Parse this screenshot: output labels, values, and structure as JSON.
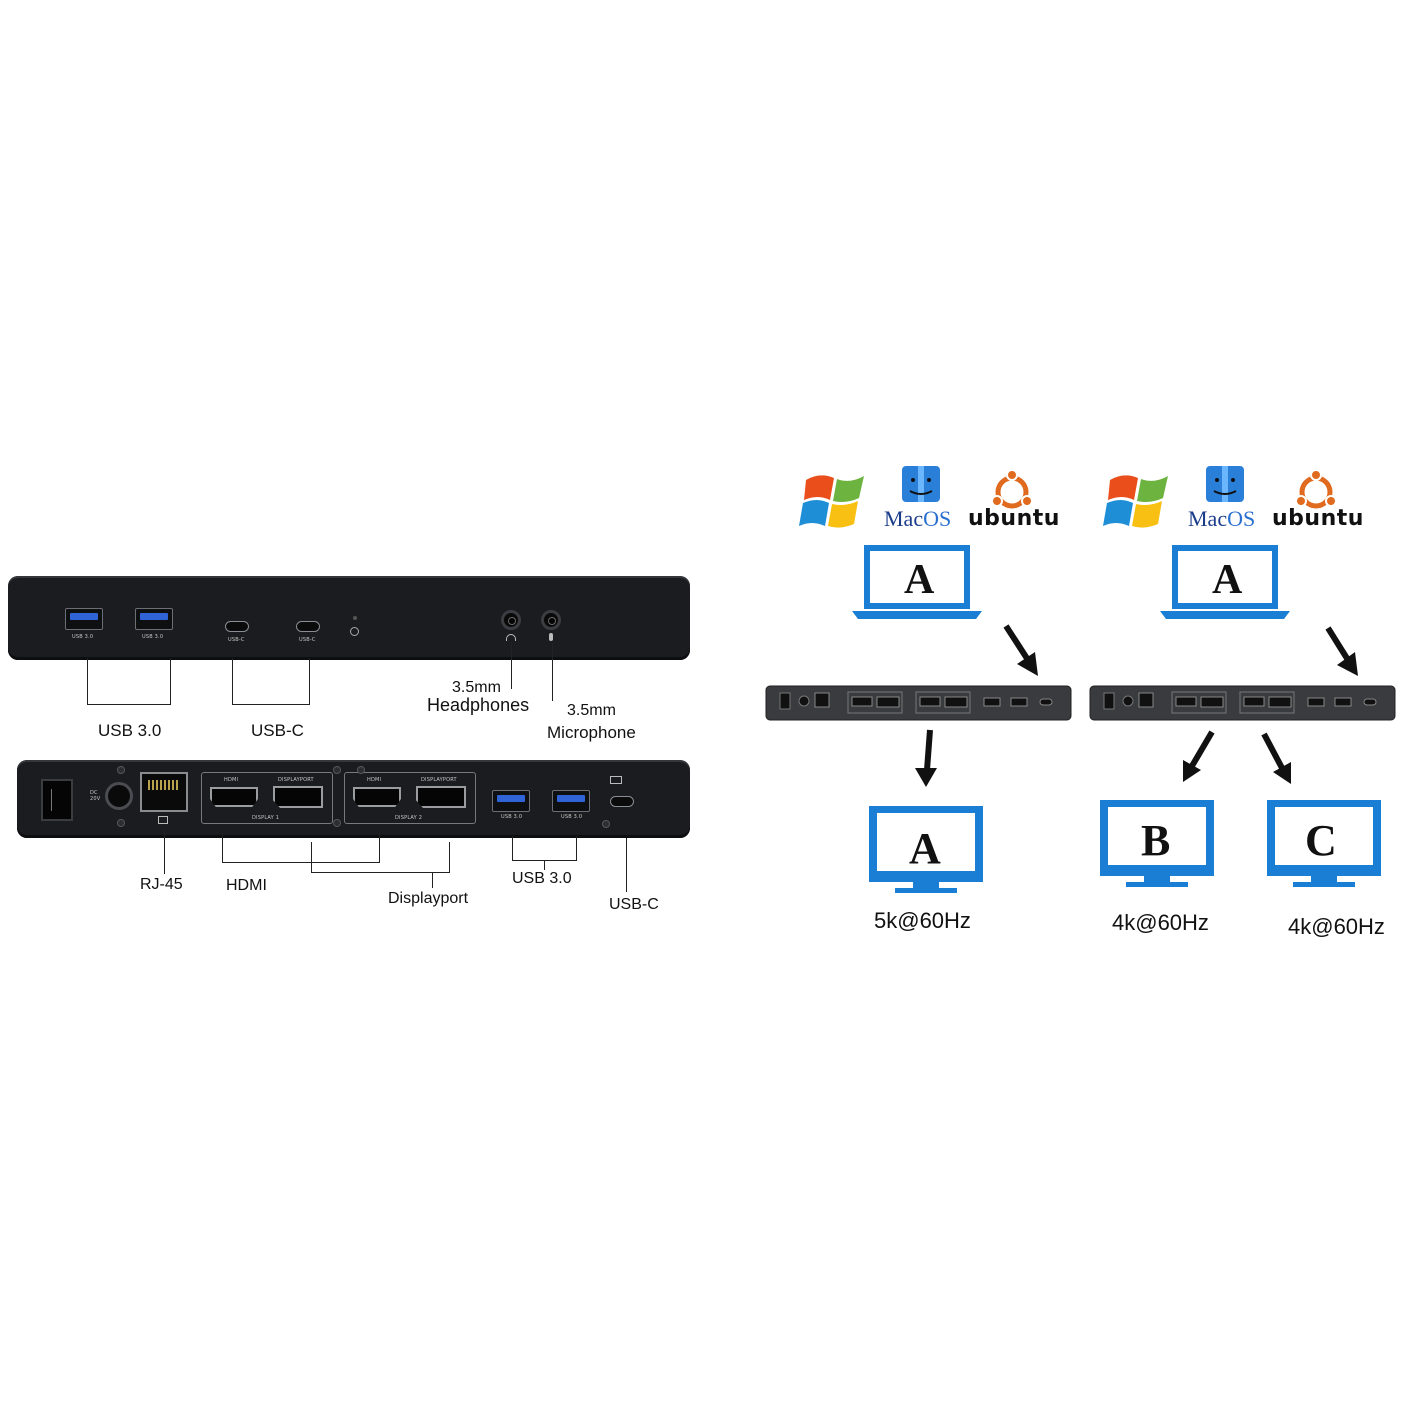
{
  "front_labels": {
    "usb30": "USB 3.0",
    "usbc": "USB-C",
    "headphones_line1": "3.5mm",
    "headphones_line2": "Headphones",
    "mic_line1": "3.5mm",
    "mic_line2": "Microphone"
  },
  "front_port_print": {
    "usb30": "USB 3.0",
    "usbc": "USB-C"
  },
  "rear_labels": {
    "rj45": "RJ-45",
    "hdmi": "HDMI",
    "displayport": "Displayport",
    "usb30": "USB 3.0",
    "usbc": "USB-C"
  },
  "rear_port_print": {
    "dc": "DC 20V",
    "hdmi": "HDMI",
    "displayport": "DISPLAYPORT",
    "display1": "DISPLAY 1",
    "display2": "DISPLAY 2",
    "usb30": "USB 3.0"
  },
  "os_logos": {
    "macos_mac": "Mac",
    "macos_os": "OS",
    "ubuntu": "ubuntu"
  },
  "scenario_single": {
    "laptop_letter": "A",
    "monitor_letter": "A",
    "monitor_resolution": "5k@60Hz"
  },
  "scenario_dual": {
    "laptop_letter": "A",
    "monitors": [
      {
        "letter": "B",
        "resolution": "4k@60Hz"
      },
      {
        "letter": "C",
        "resolution": "4k@60Hz"
      }
    ]
  },
  "colors": {
    "device_icon_blue": "#1a7fd4",
    "dock_body": "#1b1c1f",
    "usb_blue": "#2f63d6"
  }
}
